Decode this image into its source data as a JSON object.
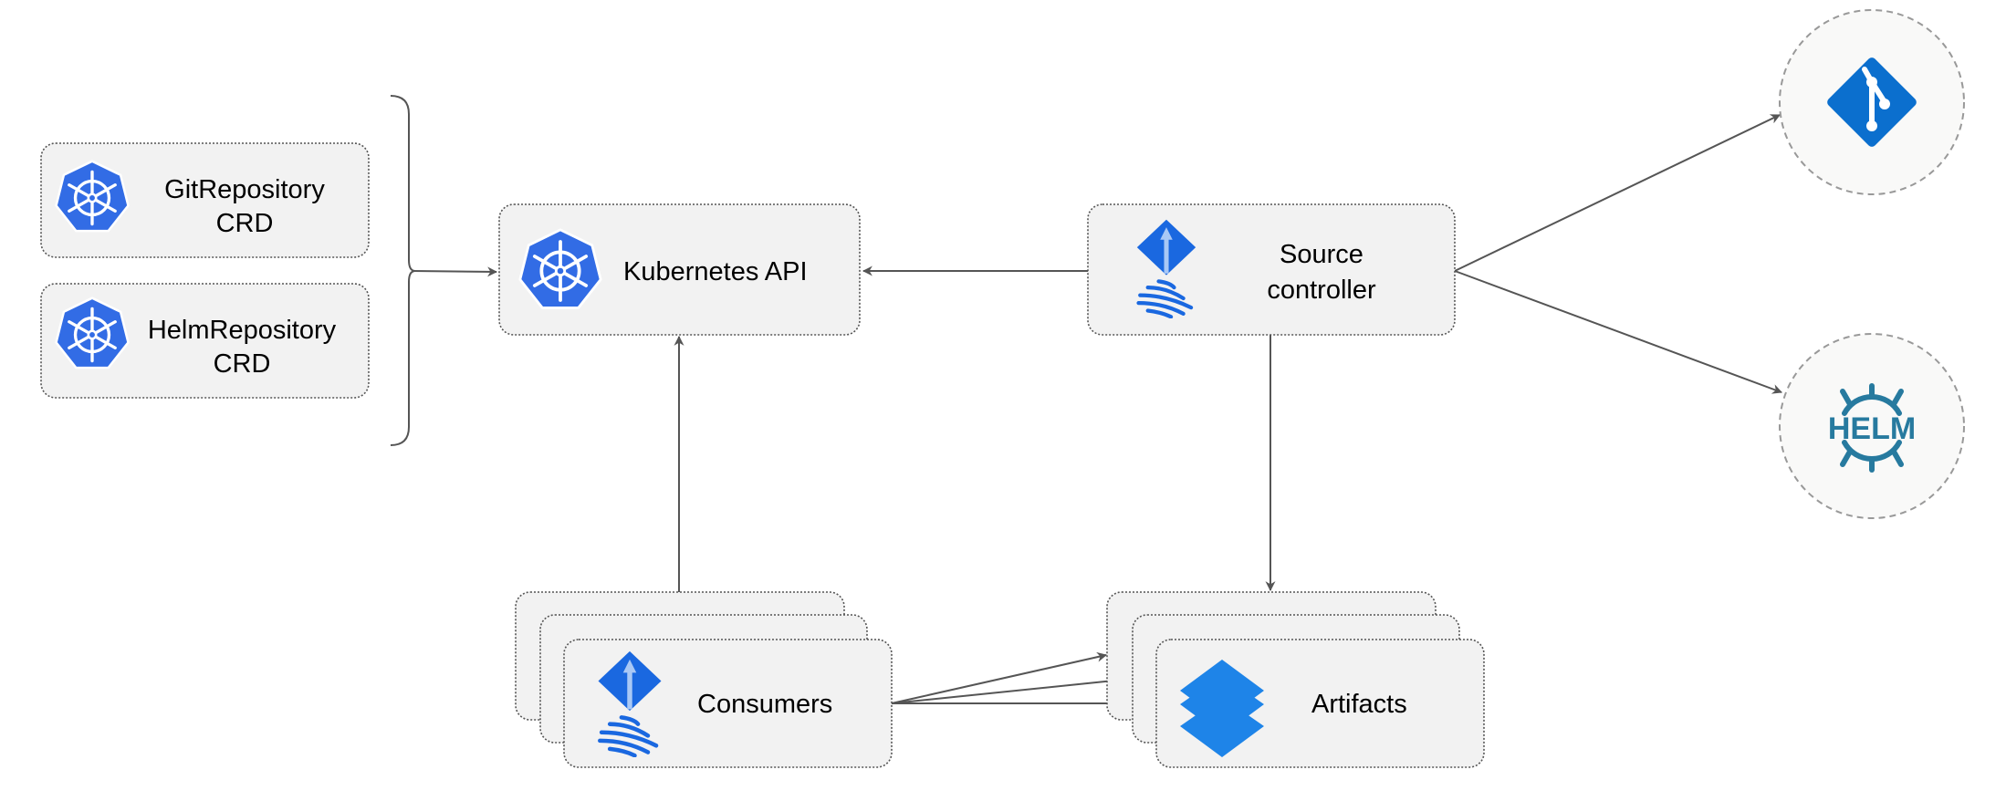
{
  "nodes": {
    "git_repository_crd": {
      "line1": "GitRepository",
      "line2": "CRD",
      "icon": "kubernetes-icon"
    },
    "helm_repository_crd": {
      "line1": "HelmRepository",
      "line2": "CRD",
      "icon": "kubernetes-icon"
    },
    "kubernetes_api": {
      "label": "Kubernetes API",
      "icon": "kubernetes-icon"
    },
    "source_controller": {
      "line1": "Source",
      "line2": "controller",
      "icon": "flux-icon"
    },
    "consumers": {
      "label": "Consumers",
      "icon": "flux-icon"
    },
    "artifacts": {
      "label": "Artifacts",
      "icon": "layers-icon"
    },
    "git": {
      "icon": "git-icon"
    },
    "helm": {
      "icon": "helm-icon",
      "logo_text": "HELM"
    }
  },
  "colors": {
    "kubernetes": "#326ce5",
    "flux": "#1a68e0",
    "git": "#0b6fce",
    "helm": "#277a9f",
    "layers": "#1e84e8",
    "node_fill": "#f2f2f2",
    "edge": "#555555"
  }
}
